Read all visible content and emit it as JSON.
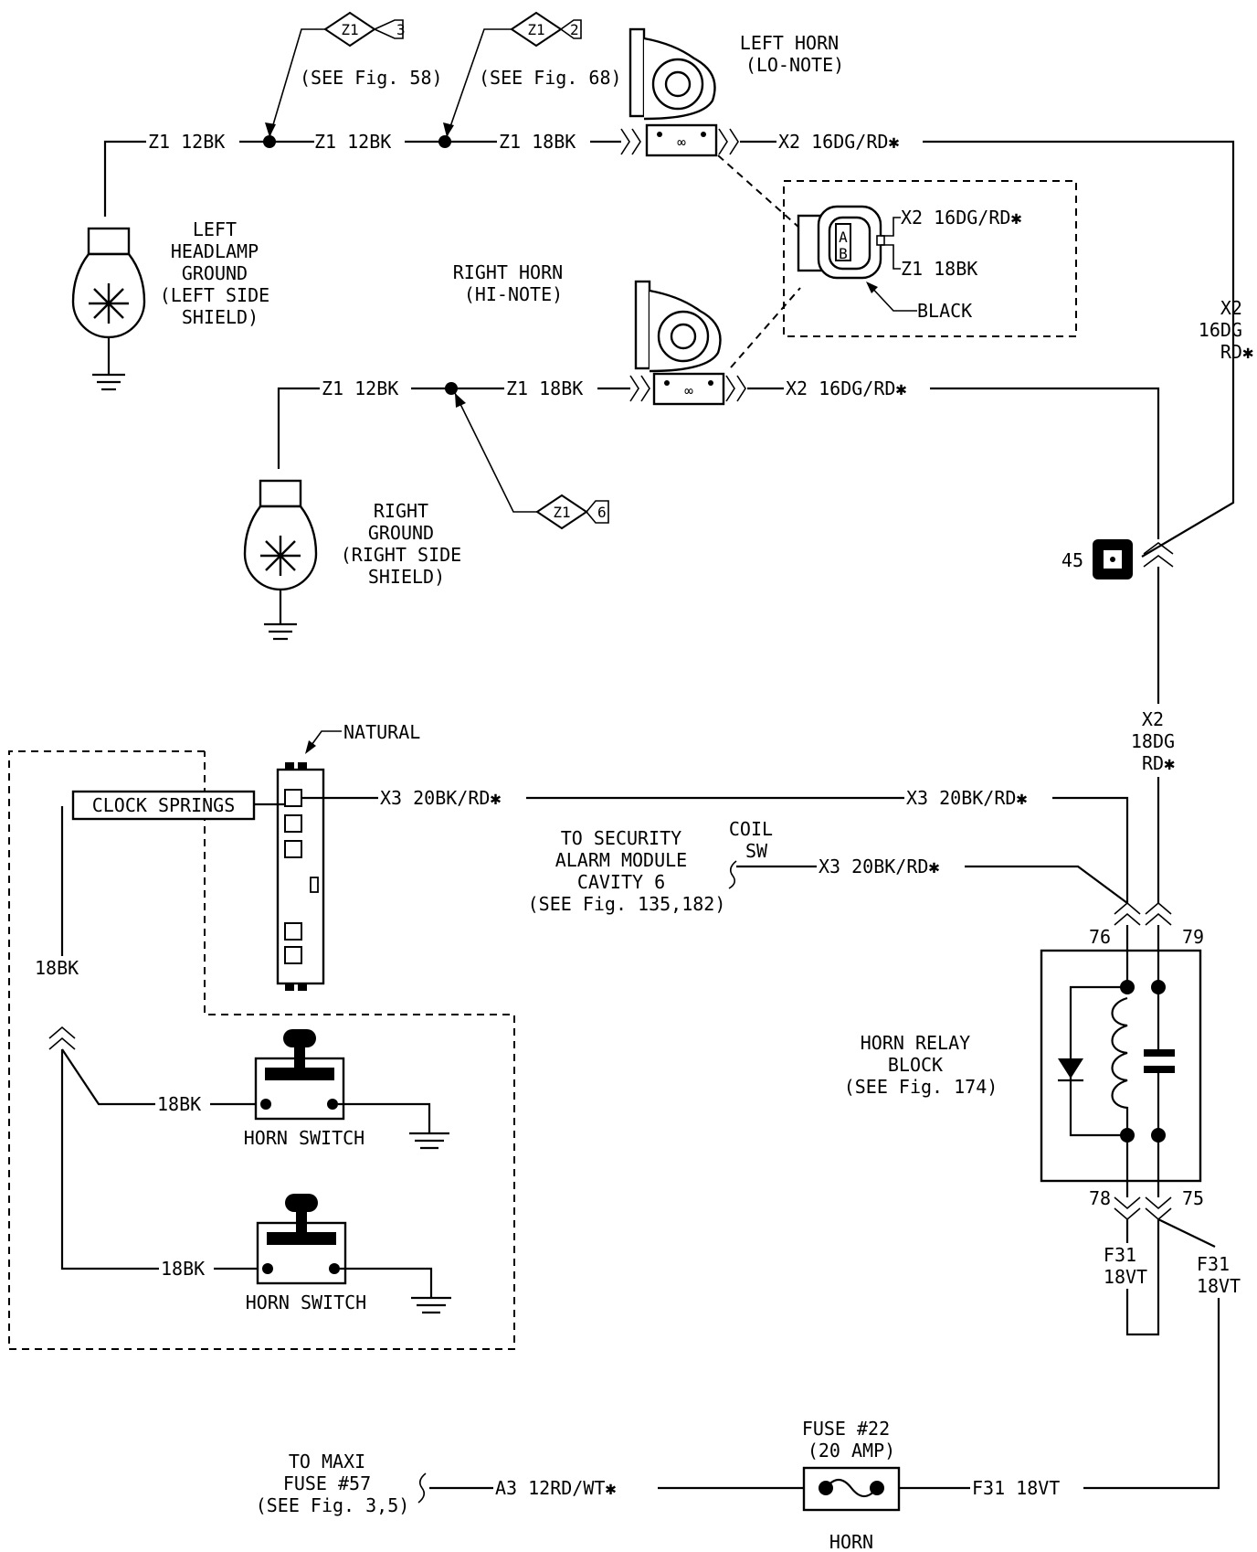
{
  "colors": {
    "ink": "#000000",
    "paper": "#ffffff"
  },
  "refs": {
    "z1_3": [
      "Z1",
      "3"
    ],
    "z1_2": [
      "Z1",
      "2"
    ],
    "z1_6": [
      "Z1",
      "6"
    ]
  },
  "labels": {
    "see_fig58": "(SEE Fig. 58)",
    "see_fig68": "(SEE Fig. 68)",
    "left_horn": [
      "LEFT HORN",
      "(LO-NOTE)"
    ],
    "right_horn": [
      "RIGHT HORN",
      "(HI-NOTE)"
    ],
    "left_headlamp_ground": [
      "LEFT",
      "HEADLAMP",
      "GROUND",
      "(LEFT SIDE",
      "SHIELD)"
    ],
    "right_ground": [
      "RIGHT",
      "GROUND",
      "(RIGHT SIDE",
      "SHIELD)"
    ],
    "connector_color": "BLACK",
    "natural": "NATURAL",
    "clock_springs": "CLOCK SPRINGS",
    "security": [
      "TO SECURITY",
      "ALARM MODULE",
      "CAVITY 6",
      "(SEE Fig. 135,182)"
    ],
    "coil_sw": [
      "COIL",
      "SW"
    ],
    "relay_block": [
      "HORN RELAY",
      "BLOCK",
      "(SEE Fig. 174)"
    ],
    "horn_switch": "HORN SWITCH",
    "fuse": [
      "FUSE #22",
      "(20 AMP)"
    ],
    "fuse_name": "HORN",
    "maxi_fuse": [
      "TO MAXI",
      "FUSE #57",
      "(SEE Fig. 3,5)"
    ],
    "splice_45": "45",
    "cavity_76": "76",
    "cavity_79": "79",
    "cavity_78": "78",
    "cavity_75": "75"
  },
  "wires": {
    "z1_12bk": "Z1 12BK",
    "z1_18bk": "Z1 18BK",
    "x2_16dg_rd": "X2 16DG/RD✱",
    "x2_vert": [
      "X2",
      "16DG",
      "RD✱"
    ],
    "x2_18dg": [
      "X2",
      "18DG",
      "RD✱"
    ],
    "x3_20bk_rd": "X3 20BK/RD✱",
    "bk18": "18BK",
    "f31_vert": [
      "F31",
      "18VT"
    ],
    "f31_18vt": "F31 18VT",
    "a3_12rd_wt": "A3 12RD/WT✱"
  },
  "pin_labels": {
    "a": "A",
    "b": "B"
  }
}
